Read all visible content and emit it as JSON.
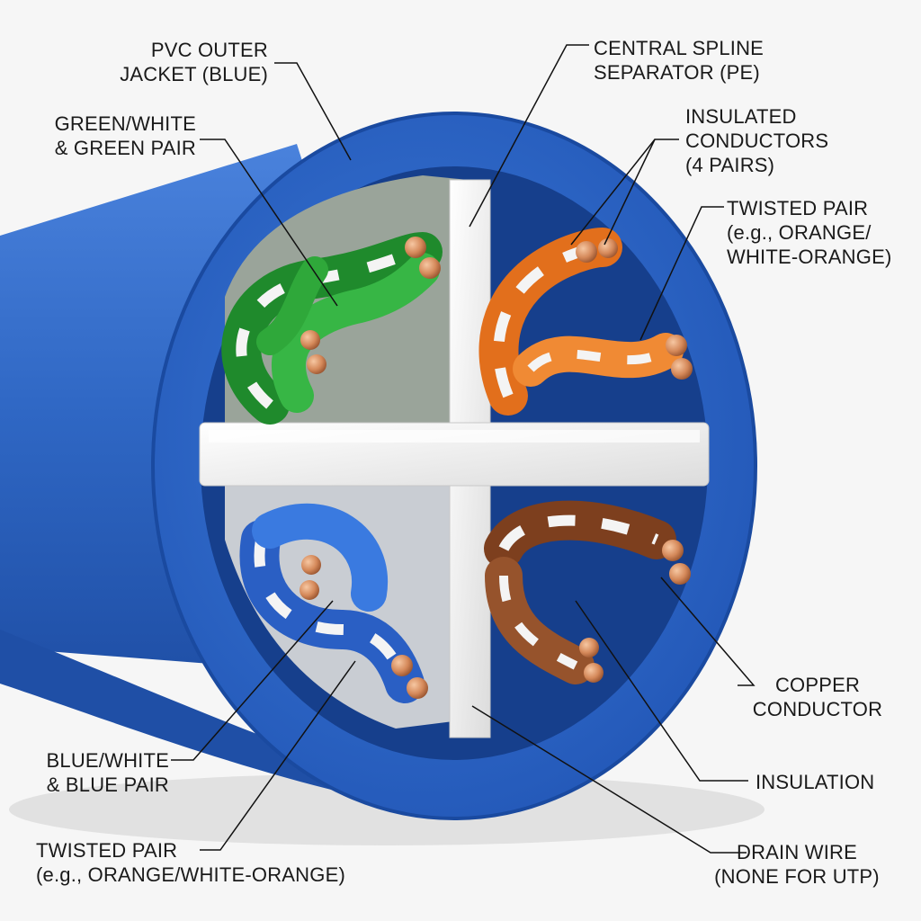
{
  "labels": {
    "pvc_jacket": [
      "PVC OUTER",
      "JACKET (BLUE)"
    ],
    "green_pair": [
      "GREEN/WHITE",
      "& GREEN PAIR"
    ],
    "spline": [
      "CENTRAL SPLINE",
      "SEPARATOR (PE)"
    ],
    "insulated_conductors": [
      "INSULATED",
      "CONDUCTORS",
      "(4 PAIRS)"
    ],
    "twisted_pair_right": [
      "TWISTED PAIR",
      "(e.g., ORANGE/",
      "WHITE-ORANGE)"
    ],
    "copper_conductor": [
      "COPPER",
      "CONDUCTOR"
    ],
    "insulation": [
      "INSULATION"
    ],
    "blue_pair": [
      "BLUE/WHITE",
      "& BLUE PAIR"
    ],
    "twisted_pair_left": [
      "TWISTED PAIR",
      "(e.g., ORANGE/WHITE-ORANGE)"
    ],
    "drain_wire": [
      "DRAIN WIRE",
      "(NONE FOR UTP)"
    ]
  },
  "colors": {
    "jacket": "#2f67c4",
    "jacket_dark": "#143f8f",
    "spline": "#e9e9e9",
    "green": "#2fa83a",
    "orange": "#ef7d26",
    "blue": "#2f6ed6",
    "brown": "#8a4a25",
    "white_stripe": "#f4f4f4",
    "copper": "#d58a5a"
  }
}
